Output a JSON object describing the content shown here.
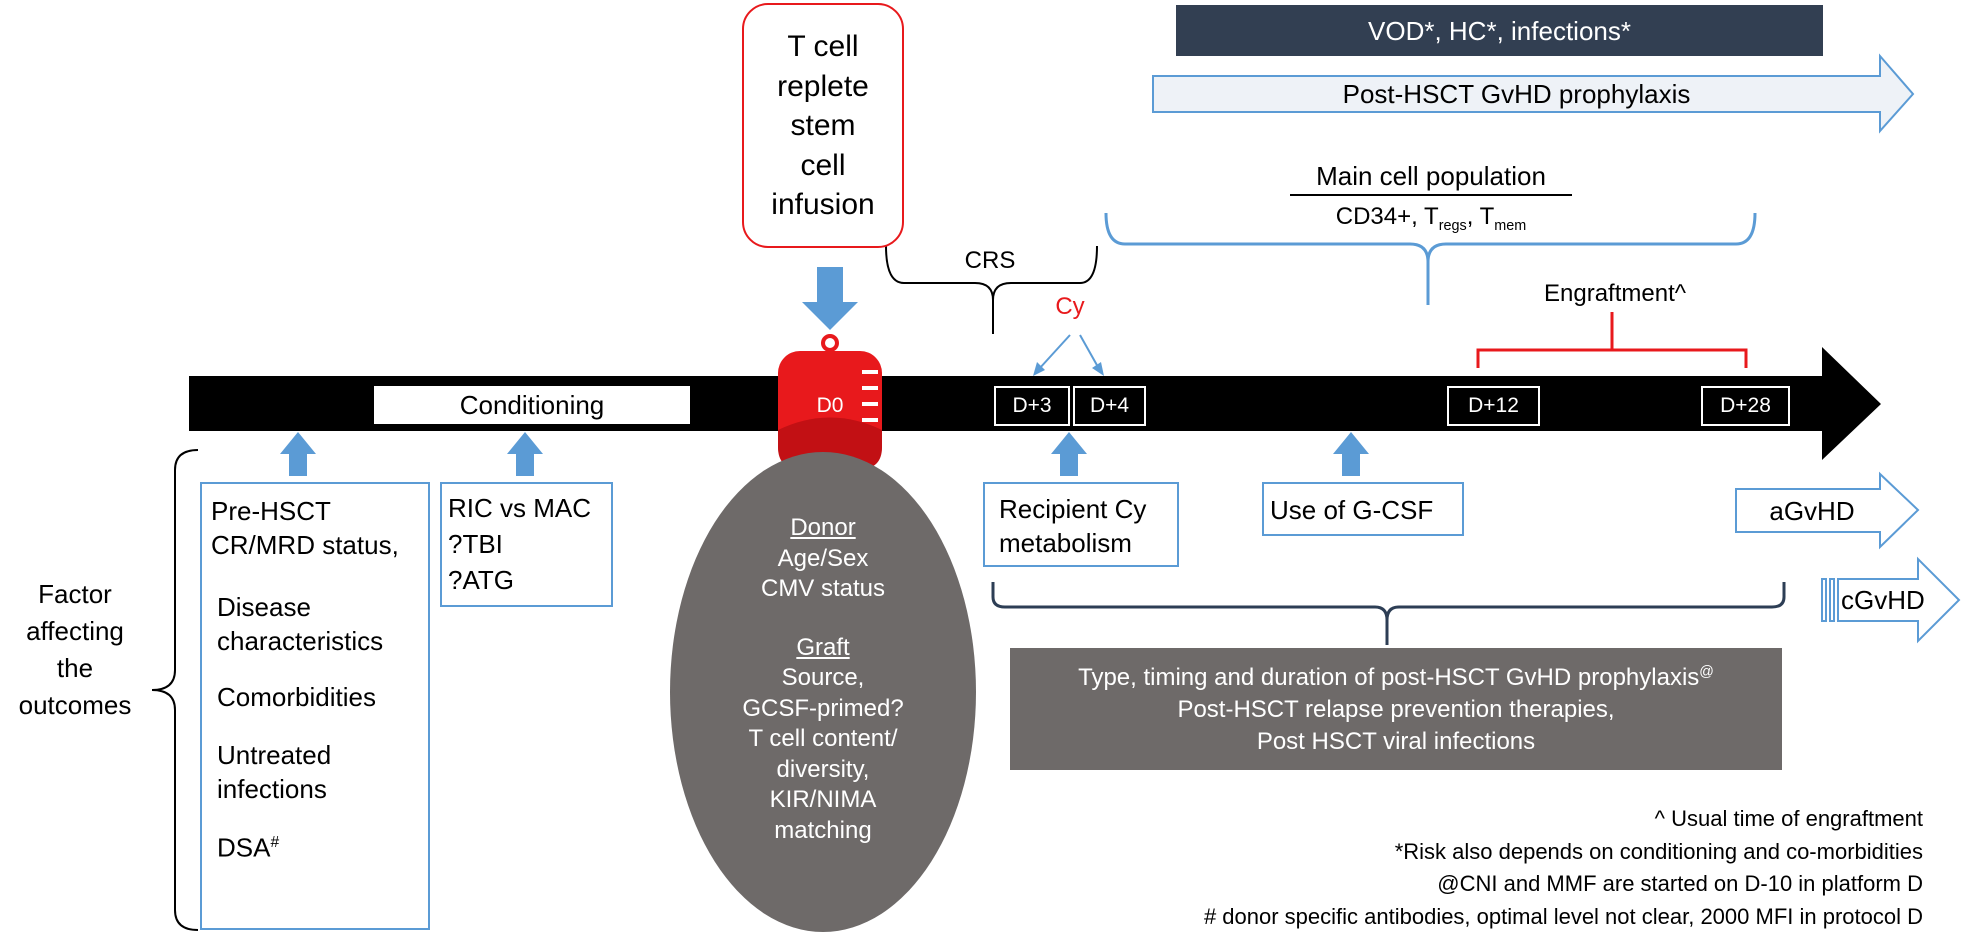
{
  "banner": {
    "text": "VOD*, HC*, infections*"
  },
  "prophylaxis_arrow": {
    "label": "Post-HSCT GvHD prophylaxis"
  },
  "infusion": {
    "lines": [
      "T cell",
      "replete",
      "stem",
      "cell",
      "infusion"
    ]
  },
  "main_population": {
    "title": "Main cell population",
    "prefix": "CD34+, T",
    "sub1": "regs",
    "mid": ", T",
    "sub2": "mem"
  },
  "crs": {
    "label": "CRS"
  },
  "cy": {
    "label": "Cy"
  },
  "engraftment": {
    "label": "Engraftment^"
  },
  "timeline": {
    "conditioning": "Conditioning",
    "days": {
      "d0": "D0",
      "d3": "D+3",
      "d4": "D+4",
      "d12": "D+12",
      "d28": "D+28"
    }
  },
  "factor": {
    "lines": [
      "Factor",
      "affecting",
      "the",
      "outcomes"
    ]
  },
  "pre_hsct": {
    "line1": "Pre-HSCT",
    "line2": "CR/MRD status,",
    "disease1": "Disease",
    "disease2": "characteristics",
    "comorbidities": "Comorbidities",
    "untreated1": "Untreated",
    "untreated2": "infections",
    "dsa": "DSA",
    "dsa_sup": "#"
  },
  "conditioning_box": {
    "lines": [
      "RIC vs MAC",
      "?TBI",
      "?ATG"
    ]
  },
  "donor": {
    "heading": "Donor",
    "lines": [
      "Age/Sex",
      "CMV status"
    ],
    "graft_heading": "Graft",
    "graft_lines": [
      "Source,",
      "GCSF-primed?",
      "T cell content/",
      "diversity,",
      "KIR/NIMA",
      "matching"
    ]
  },
  "recipient_cy": {
    "lines": [
      "Recipient Cy",
      "metabolism"
    ]
  },
  "gcsf": {
    "label": "Use of G-CSF"
  },
  "agvhd": {
    "label": "aGvHD"
  },
  "cgvhd": {
    "label": "cGvHD"
  },
  "gray_box": {
    "line1": "Type, timing and duration of post-HSCT GvHD prophylaxis",
    "line1_sup": "@",
    "line2": "Post-HSCT relapse prevention therapies,",
    "line3": "Post HSCT viral infections"
  },
  "footnotes": [
    "^ Usual time of engraftment",
    "*Risk also depends on conditioning and co-morbidities",
    "@CNI and MMF are started on D-10 in platform D",
    "# donor specific antibodies, optimal level not clear, 2000 MFI in protocol D"
  ],
  "colors": {
    "banner_bg": "#323f52",
    "arrow_blue": "#5b9bd5",
    "red": "#e8191c",
    "gray": "#6e6a69",
    "timeline": "#000000"
  }
}
